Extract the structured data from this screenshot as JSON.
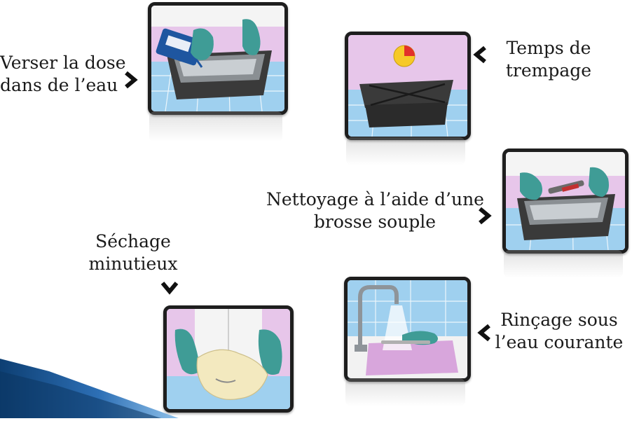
{
  "steps": [
    {
      "line1": "Verser la dose",
      "line2": "dans de l’eau"
    },
    {
      "line1": "Temps de",
      "line2": "trempage"
    },
    {
      "line1": "Nettoyage à l’aide d’une",
      "line2": "brosse souple"
    },
    {
      "line1": "Rinçage sous",
      "line2": "l’eau courante"
    },
    {
      "line1": "Séchage",
      "line2": "minutieux"
    }
  ],
  "icons": {
    "arrow_right": "chevron-right-icon",
    "arrow_left": "chevron-left-icon",
    "arrow_down": "chevron-down-icon",
    "timer": "pie-timer-icon"
  },
  "colors": {
    "frame": "#1e1e1e",
    "tray": "#3a3a3a",
    "tile_blue": "#9fd0ef",
    "wall_pink": "#e7c6ea",
    "glove_teal": "#3f9c96",
    "timer_yellow": "#f6c928",
    "timer_red": "#e2302a",
    "accent_blue": "#1e56a0"
  }
}
